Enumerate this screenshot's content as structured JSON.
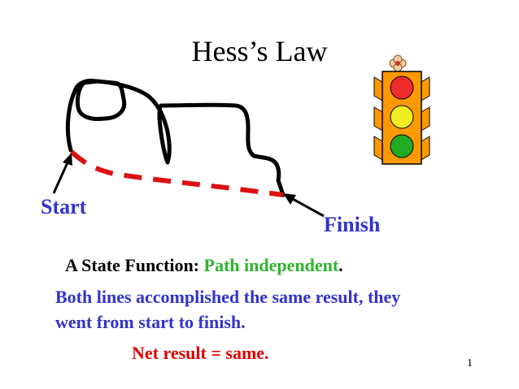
{
  "slide": {
    "title": "Hess’s Law",
    "start_label": "Start",
    "finish_label": "Finish",
    "state_function_key": "A State Function:",
    "state_function_value": "Path independent",
    "state_function_period": ".",
    "both_lines": "Both lines accomplished the same result, they went from start to finish.",
    "net_result": "Net result = same.",
    "page_number": "1"
  },
  "colors": {
    "text_blue": "#3333cc",
    "path_green": "#2db52d",
    "dashed_red": "#dd1111",
    "net_red": "#dd0000",
    "traffic_light_body": "#ff9900"
  },
  "icons": [
    "traffic-light-icon",
    "start-arrow-icon",
    "finish-arrow-icon"
  ]
}
